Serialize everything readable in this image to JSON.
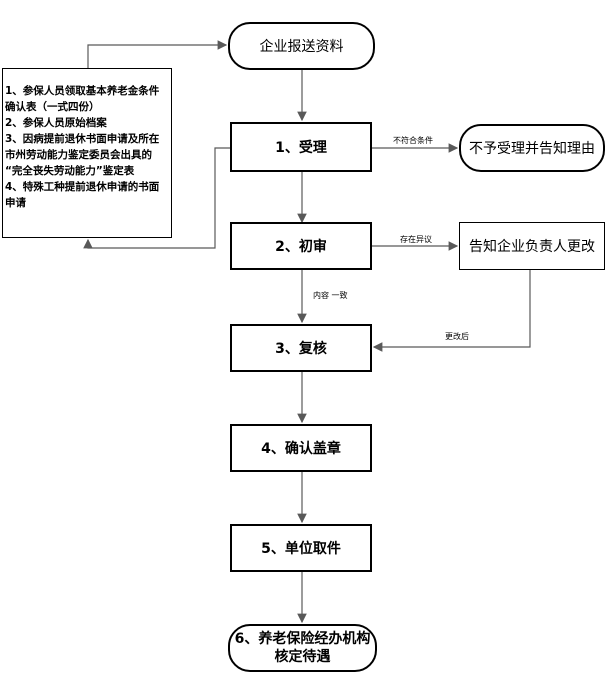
{
  "start": "企业报送资料",
  "materials": [
    "1、参保人员领取基本养老金条件",
    "确认表（一式四份）",
    "2、参保人员原始档案",
    "3、因病提前退休书面申请及所在",
    "市州劳动能力鉴定委员会出具的",
    "“完全丧失劳动能力”鉴定表",
    "4、特殊工种提前退休申请的书面",
    "申请"
  ],
  "steps": {
    "accept": "1、受理",
    "initial_review": "2、初审",
    "recheck": "3、复核",
    "confirm_seal": "4、确认盖章",
    "pickup": "5、单位取件",
    "final_line1": "6、养老保险经办机构",
    "final_line2": "核定待遇"
  },
  "branches": {
    "reject": "不予受理并告知理由",
    "notify": "告知企业负责人更改"
  },
  "labels": {
    "not_qualified": "不符合条件",
    "objection": "存在异议",
    "consistent": "内容 一致",
    "after_change": "更改后"
  }
}
